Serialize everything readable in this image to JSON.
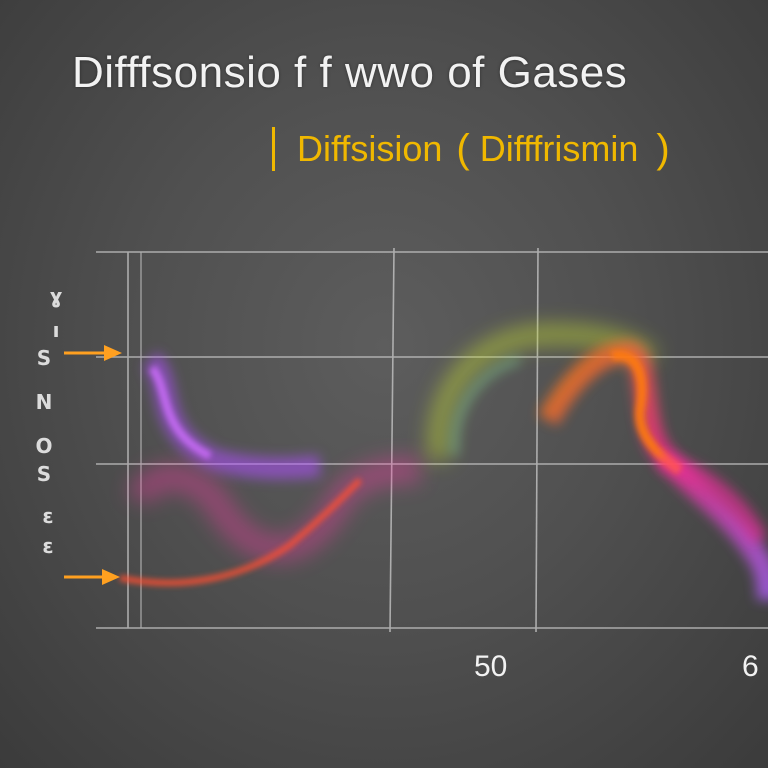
{
  "title": "Difffsonsio f f wwo of Gases",
  "subtitle": {
    "part1": "Diffsision",
    "open_paren": "(",
    "part2": "Difffrismin",
    "close_paren": ")"
  },
  "x_tick_labels": [
    "50",
    "6"
  ],
  "y_axis_glyphs": [
    "ɣ",
    "ı",
    "S",
    "N",
    "O",
    "S",
    "ɛ",
    "ɛ"
  ],
  "colors": {
    "background": "#505050",
    "grid": "#bdbdbd",
    "title": "#f2f2f2",
    "subtitle": "#f0b800",
    "arrow": "#ffa020",
    "line_red": "#e02a18",
    "line_blue": "#3a5cff"
  },
  "icons": {
    "arrow_top": "right-arrow-icon",
    "arrow_bottom": "right-arrow-icon"
  }
}
